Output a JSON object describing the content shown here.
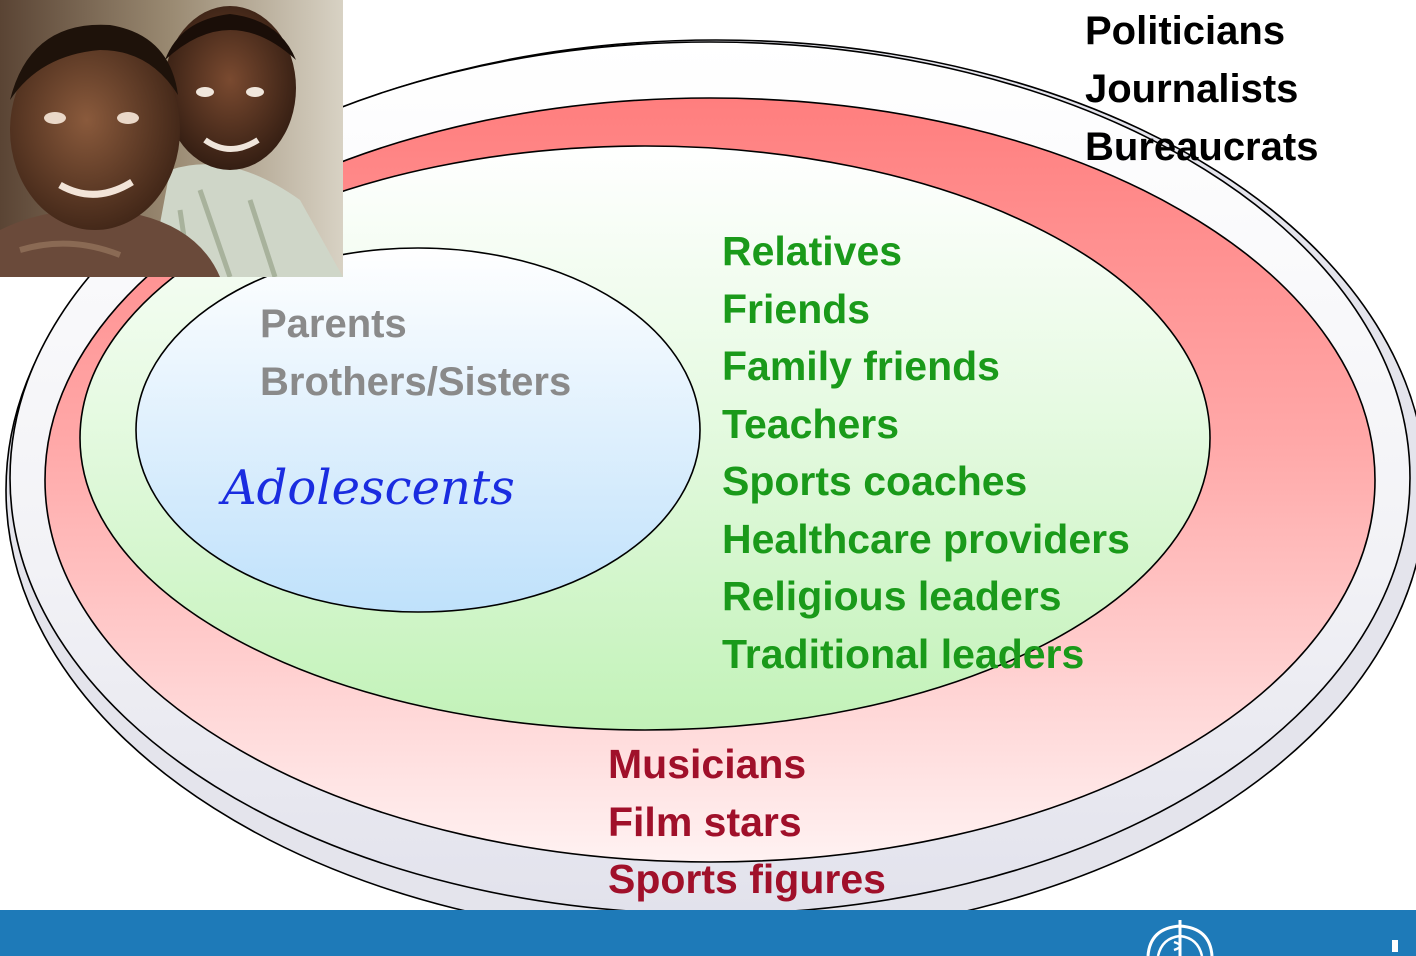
{
  "diagram": {
    "outer_ring": {
      "labels": [
        "Politicians",
        "Journalists",
        "Bureaucrats"
      ],
      "text_color": "#000000"
    },
    "red_ring": {
      "labels": [
        "Musicians",
        "Film stars",
        "Sports figures"
      ],
      "text_color": "#a0102a",
      "fill_color": "#ff8a8a"
    },
    "green_ring": {
      "labels": [
        "Relatives",
        "Friends",
        "Family friends",
        "Teachers",
        "Sports coaches",
        "Healthcare providers",
        "Religious leaders",
        "Traditional leaders"
      ],
      "text_color": "#1a9a1a",
      "fill_color": "#c8f5c0"
    },
    "inner_ring": {
      "labels": [
        "Parents",
        "Brothers/Sisters"
      ],
      "text_color": "#8a8a8a",
      "fill_color": "#c5e4fa"
    },
    "center": {
      "label": "Adolescents",
      "text_color": "#1a2ce0"
    }
  },
  "photo": {
    "subject": "mother-and-son-photo"
  },
  "footer": {
    "bar_color": "#1e7ab8",
    "logo": "who-emblem-icon"
  }
}
